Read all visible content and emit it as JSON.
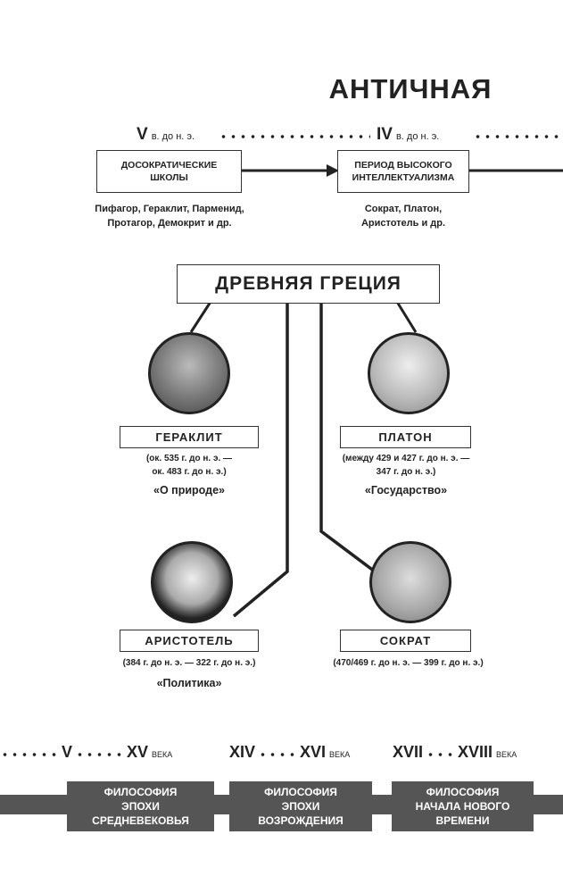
{
  "title": "АНТИЧНАЯ",
  "timeline_top": [
    {
      "numeral": "V",
      "suffix": "в. до н. э."
    },
    {
      "numeral": "IV",
      "suffix": "в. до н. э."
    }
  ],
  "periods": [
    {
      "label_line1": "ДОСОКРАТИЧЕСКИЕ",
      "label_line2": "ШКОЛЫ",
      "names_line1": "Пифагор, Гераклит, Парменид,",
      "names_line2": "Протагор, Демокрит и др."
    },
    {
      "label_line1": "ПЕРИОД ВЫСОКОГО",
      "label_line2": "ИНТЕЛЛЕКТУАЛИЗМА",
      "names_line1": "Сократ, Платон,",
      "names_line2": "Аристотель и др."
    }
  ],
  "center": "ДРЕВНЯЯ ГРЕЦИЯ",
  "philosophers": [
    {
      "name": "ГЕРАКЛИТ",
      "dates_line1": "(ок. 535 г. до н. э. —",
      "dates_line2": "ок. 483 г. до н. э.)",
      "work": "«О природе»"
    },
    {
      "name": "ПЛАТОН",
      "dates_line1": "(между 429 и 427 г. до н. э. —",
      "dates_line2": "347 г. до н. э.)",
      "work": "«Государство»"
    },
    {
      "name": "АРИСТОТЕЛЬ",
      "dates_line1": "(384 г. до н. э. — 322 г. до н. э.)",
      "work": "«Политика»"
    },
    {
      "name": "СОКРАТ",
      "dates_line1": "(470/469 г. до н. э. — 399 г. до н. э.)"
    }
  ],
  "timeline_bottom": [
    {
      "from": "V",
      "to": "XV",
      "suffix": "века"
    },
    {
      "from": "XIV",
      "to": "XVI",
      "suffix": "века"
    },
    {
      "from": "XVII",
      "to": "XVIII",
      "suffix": "века"
    }
  ],
  "later_periods": [
    {
      "line1": "ФИЛОСОФИЯ",
      "line2": "ЭПОХИ",
      "line3": "СРЕДНЕВЕКОВЬЯ"
    },
    {
      "line1": "ФИЛОСОФИЯ",
      "line2": "ЭПОХИ",
      "line3": "ВОЗРОЖДЕНИЯ"
    },
    {
      "line1": "ФИЛОСОФИЯ",
      "line2": "НАЧАЛА НОВОГО",
      "line3": "ВРЕМЕНИ"
    }
  ]
}
